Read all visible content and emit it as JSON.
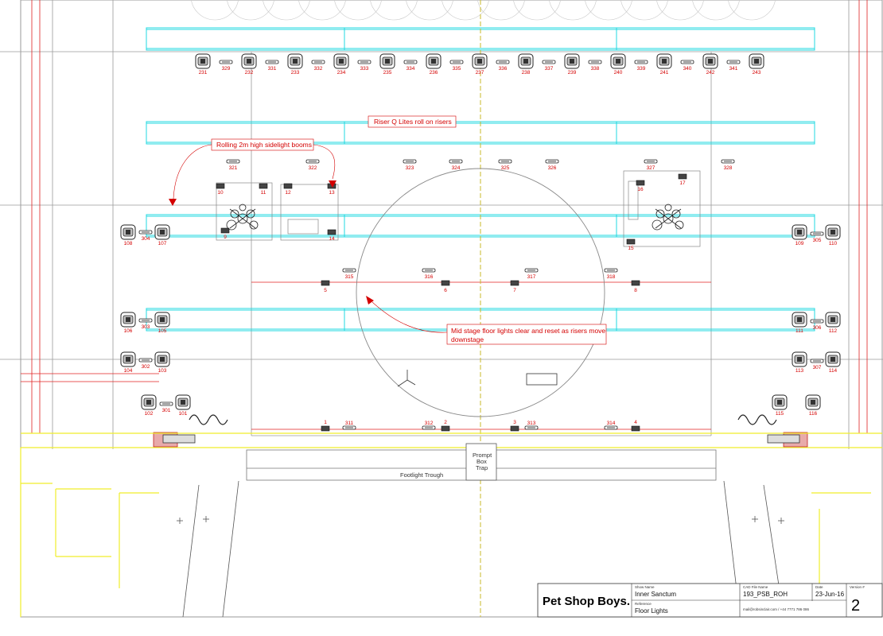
{
  "colors": {
    "truss": "#20d8e0",
    "annotation": "#d40000",
    "building": "#f0ee2a",
    "structure": "#888888",
    "centerline": "#c9b92a",
    "red_line": "#e02020"
  },
  "annotations": {
    "sidelight_booms": "Rolling 2m high sidelight booms",
    "riser_lites": "Riser Q Lites roll on risers",
    "mid_stage_line1": "Mid stage floor lights clear and reset as risers move",
    "mid_stage_line2": "downstage"
  },
  "fixtures": {
    "top_row_moving": [
      "231",
      "232",
      "233",
      "234",
      "235",
      "236",
      "237",
      "238",
      "239",
      "240",
      "241",
      "242",
      "243"
    ],
    "top_row_strips": [
      "329",
      "331",
      "332",
      "333",
      "334",
      "335",
      "336",
      "337",
      "338",
      "339",
      "340",
      "341"
    ],
    "upper_strips": [
      "321",
      "322",
      "323",
      "324",
      "325",
      "326",
      "327",
      "328"
    ],
    "boom_units": [
      "10",
      "11",
      "12",
      "13",
      "16",
      "17",
      "9",
      "14",
      "15"
    ],
    "left_wing": [
      "108",
      "304",
      "107",
      "106",
      "303",
      "105",
      "104",
      "302",
      "103",
      "102",
      "301",
      "101"
    ],
    "right_wing": [
      "109",
      "305",
      "110",
      "111",
      "306",
      "112",
      "113",
      "307",
      "114",
      "115",
      "116"
    ],
    "mid_strips": [
      "315",
      "316",
      "317",
      "318"
    ],
    "mid_floor": [
      "5",
      "6",
      "7",
      "8"
    ],
    "front_floor": [
      "1",
      "2",
      "3",
      "4"
    ],
    "front_strips": [
      "311",
      "312",
      "313",
      "314"
    ]
  },
  "labels": {
    "prompt_box_line1": "Prompt",
    "prompt_box_line2": "Box",
    "prompt_box_line3": "Trap",
    "footlight_trough": "Footlight Trough"
  },
  "title_block": {
    "client": "Pet Shop Boys.",
    "show_name_label": "Show Name",
    "show_name": "Inner Sanctum",
    "reference_label": "Reference",
    "reference": "Floor Lights",
    "cad_label": "CAD File Name",
    "cad_file": "193_PSB_ROH",
    "date_label": "Date",
    "date": "23-Jun-16",
    "version_label": "Version #",
    "version": "2",
    "contact": "mail@robsinclair.com / +44 7771 786 086"
  }
}
